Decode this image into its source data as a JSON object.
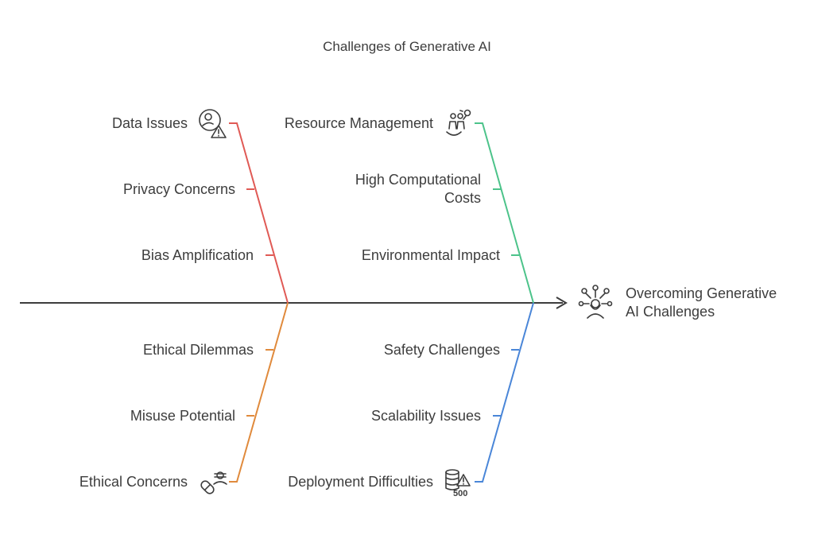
{
  "title": "Challenges of Generative AI",
  "outcome": {
    "line1": "Overcoming Generative",
    "line2": "AI Challenges"
  },
  "branches": {
    "data": {
      "head": "Data Issues",
      "items": [
        "Privacy Concerns",
        "Bias Amplification"
      ],
      "color": "#e05a55"
    },
    "resource": {
      "head": "Resource Management",
      "items_multiline": {
        "first": "High Computational",
        "second": "Costs"
      },
      "items": [
        "Environmental Impact"
      ],
      "color": "#4cc38a"
    },
    "ethical": {
      "head": "Ethical Concerns",
      "items": [
        "Ethical Dilemmas",
        "Misuse Potential"
      ],
      "color": "#e08a3c"
    },
    "deployment": {
      "head": "Deployment Difficulties",
      "items": [
        "Safety Challenges",
        "Scalability Issues"
      ],
      "color": "#4a86d8",
      "icon_text": "500"
    }
  },
  "spine_color": "#3d3d3d",
  "icons": [
    "user-warning-icon",
    "team-idea-icon",
    "hacker-pills-icon",
    "server-error-icon",
    "ideas-person-icon"
  ]
}
